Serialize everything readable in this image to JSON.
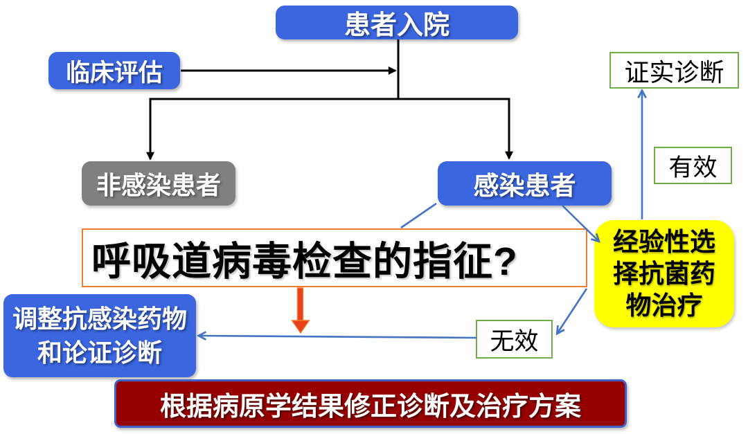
{
  "colors": {
    "canvas_bg": "#FFFFFF",
    "blue_fill": "#3B66E0",
    "gray_fill": "#808080",
    "yellow_fill": "#FFFF00",
    "maroon_fill": "#970000",
    "orange_border": "#ED7D31",
    "green_border": "#70AD47",
    "border_blue": "#4060C8",
    "connector_blue": "#4472C4",
    "connector_black": "#000000",
    "arrow_red": "#E8401A"
  },
  "nodes": {
    "admission": {
      "label": "患者入院"
    },
    "clinical_assessment": {
      "label": "临床评估"
    },
    "confirmed_diagnosis": {
      "label": "证实诊断"
    },
    "effective": {
      "label": "有效"
    },
    "non_infected": {
      "label": "非感染患者"
    },
    "infected": {
      "label": "感染患者"
    },
    "virus_test_question": {
      "label": "呼吸道病毒检查的指征?"
    },
    "empirical_treatment": {
      "lines": [
        "经验性选",
        "择抗菌药",
        "物治疗"
      ]
    },
    "adjust_treatment": {
      "lines": [
        "调整抗感染药物",
        "和论证诊断"
      ]
    },
    "ineffective": {
      "label": "无效"
    },
    "revise_plan": {
      "label": "根据病原学结果修正诊断及治疗方案"
    }
  }
}
